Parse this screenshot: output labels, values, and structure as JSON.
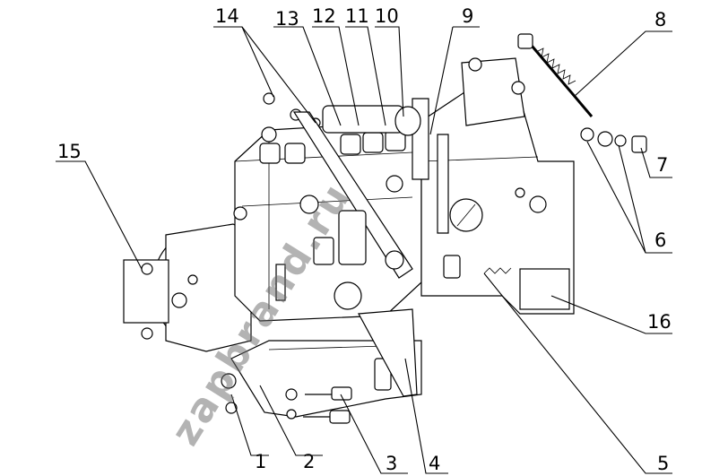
{
  "diagram": {
    "callouts": [
      {
        "id": "1",
        "label": "1"
      },
      {
        "id": "2",
        "label": "2"
      },
      {
        "id": "3",
        "label": "3"
      },
      {
        "id": "4",
        "label": "4"
      },
      {
        "id": "5",
        "label": "5"
      },
      {
        "id": "6",
        "label": "6"
      },
      {
        "id": "7",
        "label": "7"
      },
      {
        "id": "8",
        "label": "8"
      },
      {
        "id": "9",
        "label": "9"
      },
      {
        "id": "10",
        "label": "10"
      },
      {
        "id": "11",
        "label": "11"
      },
      {
        "id": "12",
        "label": "12"
      },
      {
        "id": "13",
        "label": "13"
      },
      {
        "id": "14",
        "label": "14"
      },
      {
        "id": "15",
        "label": "15"
      },
      {
        "id": "16",
        "label": "16"
      }
    ],
    "watermark": "zapbrand.ru"
  },
  "colors": {
    "ink": "#000000",
    "background": "#ffffff",
    "watermark": "#6a6a6a"
  }
}
